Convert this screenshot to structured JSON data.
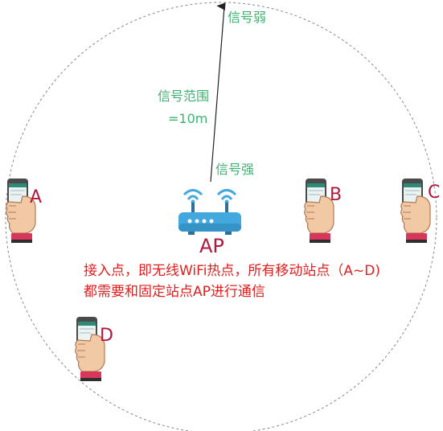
{
  "labels": {
    "signal_weak": "信号弱",
    "signal_strong": "信号强",
    "signal_range": "信号范围",
    "range_value": "=10m",
    "ap": "AP"
  },
  "stations": [
    {
      "id": "A"
    },
    {
      "id": "B"
    },
    {
      "id": "C"
    },
    {
      "id": "D"
    }
  ],
  "note": {
    "line1": "接入点，即无线WiFi热点，所有移动站点（A~D)",
    "line2": "都需要和固定站点AP进行通信"
  },
  "colors": {
    "green_text": "#3cb371",
    "station_label": "#b0183d",
    "note_text": "#e02020",
    "router_body": "#43a8de",
    "circle": "#888888"
  },
  "icons": [
    "wifi-router-icon",
    "hand-phone-icon",
    "arrow-up-icon"
  ]
}
